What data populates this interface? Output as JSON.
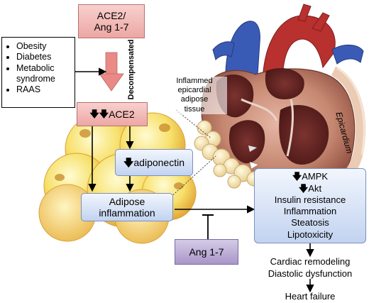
{
  "diagram": {
    "ace2_ang_box": {
      "line1": "ACE2/",
      "line2": "Ang 1-7"
    },
    "decompensated_label": "Decompensated",
    "risk_factors": [
      "Obesity",
      "Diabetes",
      "Metabolic syndrome",
      "RAAS"
    ],
    "ace2_down_box": {
      "arrows": "🡇🡇",
      "text": "ACE2"
    },
    "adiponectin_box": {
      "arrow": "🡇",
      "text": "adiponectin"
    },
    "adipose_inflammation_box": {
      "line1": "Adipose",
      "line2": "inflammation"
    },
    "ang17_box": "Ang 1-7",
    "heart_label": {
      "line1": "Inflammed",
      "line2": "epicardial",
      "line3": "adipose",
      "line4": "tissue"
    },
    "epicardium_label": "Epicardium",
    "effects_box": {
      "ampk": "AMPK",
      "akt": "Akt",
      "items": [
        "Insulin resistance",
        "Inflammation",
        "Steatosis",
        "Lipotoxicity"
      ]
    },
    "outcome": {
      "line1": "Cardiac remodeling",
      "line2": "Diastolic dysfunction"
    },
    "final": "Heart failure",
    "colors": {
      "pink_box": "#eca7a4",
      "blue_box": "#c2d3f0",
      "purple_box": "#a996c8",
      "fat_cells": "#f2c04a",
      "heart_red": "#b8312f",
      "heart_blue": "#3a5bb5"
    }
  }
}
